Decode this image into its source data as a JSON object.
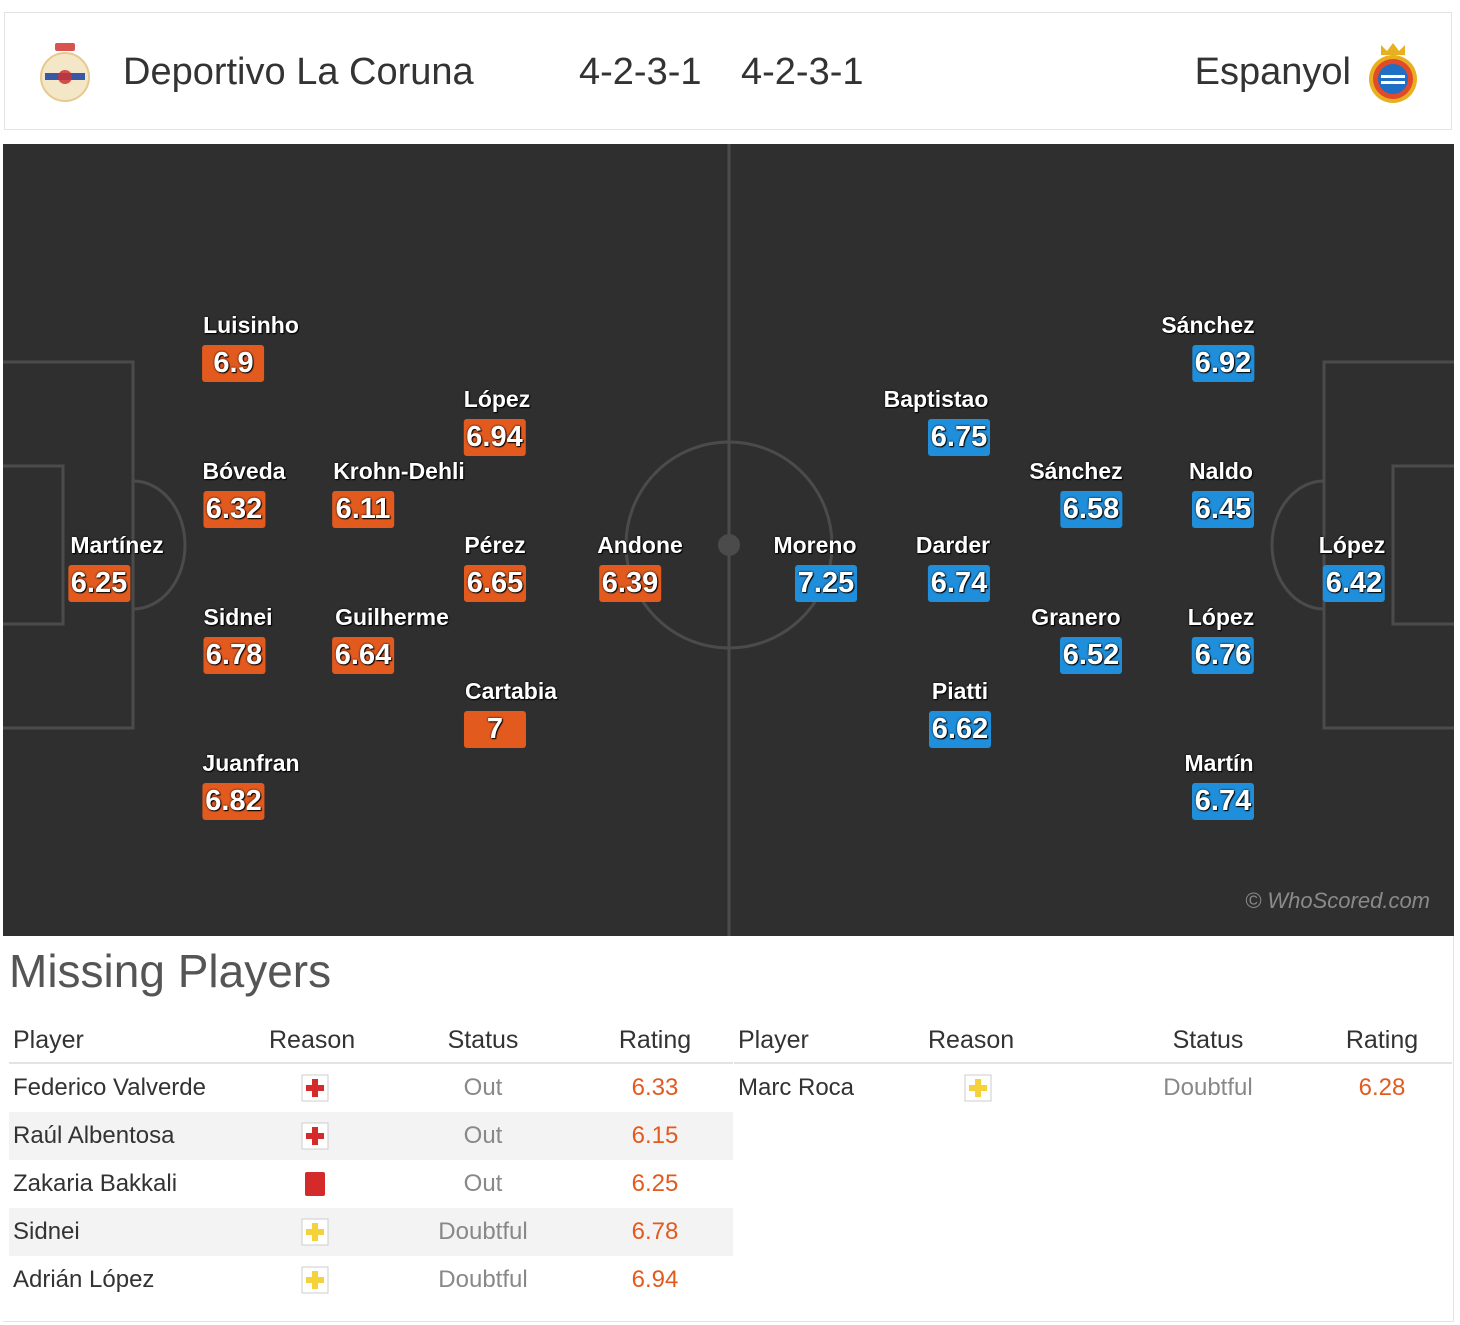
{
  "header": {
    "home_team": "Deportivo La Coruna",
    "home_formation": "4-2-3-1",
    "away_formation": "4-2-3-1",
    "away_team": "Espanyol"
  },
  "colors": {
    "home": "#e35a1f",
    "away": "#1f8fdc",
    "pitch": "#2f2f2f"
  },
  "pitch": {
    "watermark": "© WhoScored.com",
    "home_players": [
      {
        "name": "Luisinho",
        "rating": "6.9"
      },
      {
        "name": "López",
        "rating": "6.94"
      },
      {
        "name": "Bóveda",
        "rating": "6.32"
      },
      {
        "name": "Krohn-Dehli",
        "rating": "6.11"
      },
      {
        "name": "Martínez",
        "rating": "6.25"
      },
      {
        "name": "Pérez",
        "rating": "6.65"
      },
      {
        "name": "Andone",
        "rating": "6.39"
      },
      {
        "name": "Sidnei",
        "rating": "6.78"
      },
      {
        "name": "Guilherme",
        "rating": "6.64"
      },
      {
        "name": "Cartabia",
        "rating": "7"
      },
      {
        "name": "Juanfran",
        "rating": "6.82"
      }
    ],
    "away_players": [
      {
        "name": "Sánchez",
        "rating": "6.92"
      },
      {
        "name": "Baptistao",
        "rating": "6.75"
      },
      {
        "name": "Sánchez",
        "rating": "6.58"
      },
      {
        "name": "Naldo",
        "rating": "6.45"
      },
      {
        "name": "Moreno",
        "rating": "7.25"
      },
      {
        "name": "Darder",
        "rating": "6.74"
      },
      {
        "name": "López",
        "rating": "6.42"
      },
      {
        "name": "Granero",
        "rating": "6.52"
      },
      {
        "name": "López",
        "rating": "6.76"
      },
      {
        "name": "Piatti",
        "rating": "6.62"
      },
      {
        "name": "Martín",
        "rating": "6.74"
      }
    ]
  },
  "missing": {
    "title": "Missing Players",
    "columns": [
      "Player",
      "Reason",
      "Status",
      "Rating"
    ],
    "home": [
      {
        "player": "Federico Valverde",
        "reason_icon": "injury-icon",
        "status": "Out",
        "rating": "6.33"
      },
      {
        "player": "Raúl Albentosa",
        "reason_icon": "injury-icon",
        "status": "Out",
        "rating": "6.15"
      },
      {
        "player": "Zakaria Bakkali",
        "reason_icon": "red-card-icon",
        "status": "Out",
        "rating": "6.25"
      },
      {
        "player": "Sidnei",
        "reason_icon": "doubtful-icon",
        "status": "Doubtful",
        "rating": "6.78"
      },
      {
        "player": "Adrián López",
        "reason_icon": "doubtful-icon",
        "status": "Doubtful",
        "rating": "6.94"
      }
    ],
    "away": [
      {
        "player": "Marc Roca",
        "reason_icon": "doubtful-icon",
        "status": "Doubtful",
        "rating": "6.28"
      }
    ]
  }
}
